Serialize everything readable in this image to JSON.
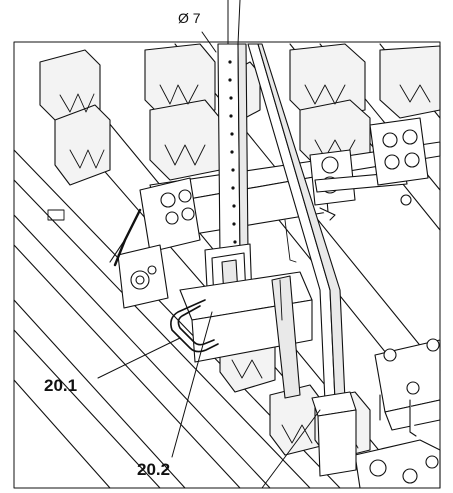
{
  "labels": {
    "diameter": "Ø 7",
    "part_20_1": "20.1",
    "part_20_2": "20.2"
  },
  "colors": {
    "line": "#111111",
    "background": "#ffffff",
    "shade": "#e9e9e9"
  }
}
